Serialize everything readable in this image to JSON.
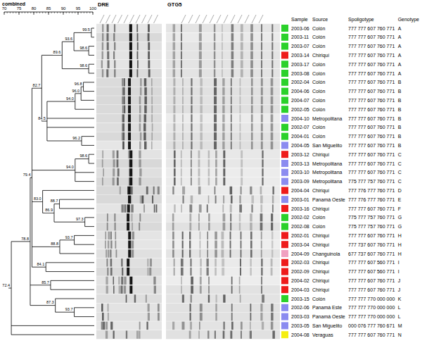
{
  "diagram": {
    "labels": [
      "combined",
      "70",
      "75",
      "80",
      "85",
      "90",
      "95",
      "100",
      "DRE",
      "GTG5",
      "Sample",
      "Source",
      "Spoligotype",
      "Genotype",
      "2003-06",
      "Colón",
      "777 777 607 760 771",
      "A",
      "2003-11",
      "Colón",
      "777 777 607 760 771",
      "A",
      "2003-07",
      "Colón",
      "777 777 607 760 771",
      "A",
      "2003-14",
      "Chiriquí",
      "777 777 607 760 771",
      "A",
      "2003-17",
      "Colón",
      "777 777 607 760 771",
      "A",
      "2003-08",
      "Colón",
      "777 777 607 760 771",
      "A",
      "2002-04",
      "Colón",
      "777 777 607 760 771",
      "B",
      "2004-06",
      "Colón",
      "777 777 607 760 771",
      "B",
      "2004-07",
      "Colón",
      "777 777 607 760 771",
      "B",
      "2002-05",
      "Colón",
      "777 777 607 760 771",
      "B",
      "2004-10",
      "Metropolitana",
      "777 777 607 760 771",
      "B",
      "2002-07",
      "Colón",
      "777 777 607 760 771",
      "B",
      "2004-01",
      "Colón",
      "777 777 607 760 771",
      "B",
      "2004-05",
      "San Miguelito",
      "777 777 607 760 771",
      "B",
      "2003-12",
      "Chiriquí",
      "777 777 607 760 771",
      "C",
      "2003-13",
      "Metropolitana",
      "777 777 607 760 771",
      "C",
      "2003-10",
      "Metropolitana",
      "777 777 607 760 771",
      "C",
      "2003-09",
      "Metropolitana",
      "775 777 757 760 771",
      "C",
      "2004-04",
      "Chiriquí",
      "777 776 777 760 771",
      "D",
      "2003-01",
      "Panamá Oeste",
      "777 776 777 760 771",
      "E",
      "2003-16",
      "Chiriquí",
      "777 777 607 760 771",
      "F",
      "2002-02",
      "Colón",
      "775 777 757 760 771",
      "G",
      "2002-08",
      "Colón",
      "775 777 757 760 771",
      "G",
      "2002-01",
      "Chiriquí",
      "777 777 607 760 771",
      "H",
      "2003-04",
      "Chiriquí",
      "777 737 607 760 771",
      "H",
      "2004-09",
      "Changuinola",
      "677 737 607 760 771",
      "H",
      "2002-03",
      "Chiriquí",
      "777 777 607 560 771",
      "I",
      "2002-09",
      "Chiriquí",
      "777 777 607 560 771",
      "I",
      "2004-02",
      "Chiriquí",
      "777 777 607 760 771",
      "J",
      "2004-03",
      "Chiriquí",
      "777 777 607 760 771",
      "J",
      "2003-15",
      "Colón",
      "777 777 770 000 000",
      "K",
      "2002-06",
      "Panamá Este",
      "777 777 770 000 000",
      "L",
      "2003-03",
      "Panamá Oeste",
      "777 777 770 000 000",
      "L",
      "2003-05",
      "San Miguelito",
      "000 076 777 760 671",
      "M",
      "2004-08",
      "Veraguas",
      "777 777 607 760 771",
      "N",
      "99.5",
      "98.6",
      "93.6",
      "98.6",
      "89.6",
      "96.8",
      "96.0",
      "94.0",
      "96.2",
      "84.5",
      "82.7",
      "98.6",
      "94.0",
      "88.7",
      "97.3",
      "86.9",
      "83.0",
      "93.7",
      "88.8",
      "84.1",
      "79.4",
      "85.7",
      "93.7",
      "87.3",
      "78.8",
      "72.4"
    ]
  }
}
